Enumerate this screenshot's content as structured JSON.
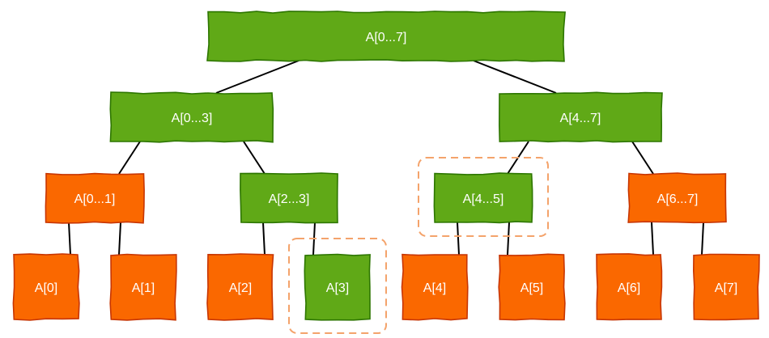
{
  "colors": {
    "green_fill": "#60a917",
    "green_stroke": "#2d7600",
    "orange_fill": "#fa6800",
    "orange_stroke": "#c73500",
    "highlight_stroke": "#f4a36b",
    "edge": "#000000"
  },
  "tree": {
    "nodes": [
      {
        "id": "n0-7",
        "label": "A[0...7]",
        "color": "green"
      },
      {
        "id": "n0-3",
        "label": "A[0...3]",
        "color": "green"
      },
      {
        "id": "n4-7",
        "label": "A[4...7]",
        "color": "green"
      },
      {
        "id": "n0-1",
        "label": "A[0...1]",
        "color": "orange"
      },
      {
        "id": "n2-3",
        "label": "A[2...3]",
        "color": "green"
      },
      {
        "id": "n4-5",
        "label": "A[4...5]",
        "color": "green",
        "highlighted": true
      },
      {
        "id": "n6-7",
        "label": "A[6...7]",
        "color": "orange"
      },
      {
        "id": "n0",
        "label": "A[0]",
        "color": "orange"
      },
      {
        "id": "n1",
        "label": "A[1]",
        "color": "orange"
      },
      {
        "id": "n2",
        "label": "A[2]",
        "color": "orange"
      },
      {
        "id": "n3",
        "label": "A[3]",
        "color": "green",
        "highlighted": true
      },
      {
        "id": "n4",
        "label": "A[4]",
        "color": "orange"
      },
      {
        "id": "n5",
        "label": "A[5]",
        "color": "orange"
      },
      {
        "id": "n6",
        "label": "A[6]",
        "color": "orange"
      },
      {
        "id": "n7",
        "label": "A[7]",
        "color": "orange"
      }
    ],
    "edges": [
      [
        "n0-7",
        "n0-3"
      ],
      [
        "n0-7",
        "n4-7"
      ],
      [
        "n0-3",
        "n0-1"
      ],
      [
        "n0-3",
        "n2-3"
      ],
      [
        "n4-7",
        "n4-5"
      ],
      [
        "n4-7",
        "n6-7"
      ],
      [
        "n0-1",
        "n0"
      ],
      [
        "n0-1",
        "n1"
      ],
      [
        "n2-3",
        "n2"
      ],
      [
        "n2-3",
        "n3"
      ],
      [
        "n4-5",
        "n4"
      ],
      [
        "n4-5",
        "n5"
      ],
      [
        "n6-7",
        "n6"
      ],
      [
        "n6-7",
        "n7"
      ]
    ]
  }
}
